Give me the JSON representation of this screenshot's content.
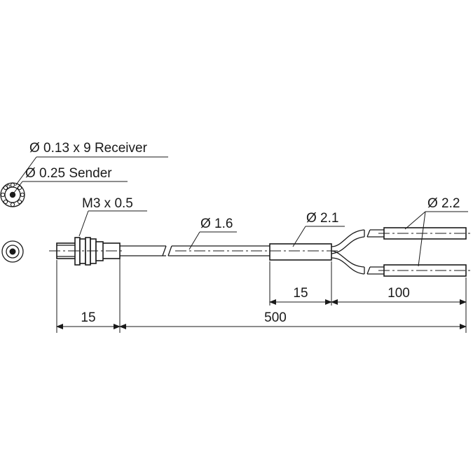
{
  "labels": {
    "receiver": "Ø 0.13 x 9 Receiver",
    "sender": "Ø 0.25 Sender",
    "thread": "M3 x 0.5",
    "cable_diameter": "Ø 1.6",
    "sleeve_diameter": "Ø 2.1",
    "end_diameter": "Ø 2.2"
  },
  "dimensions": {
    "head_length": "15",
    "total_length": "500",
    "sleeve_length": "15",
    "split_length": "100"
  },
  "colors": {
    "line": "#1a1a1a",
    "background": "#ffffff"
  }
}
